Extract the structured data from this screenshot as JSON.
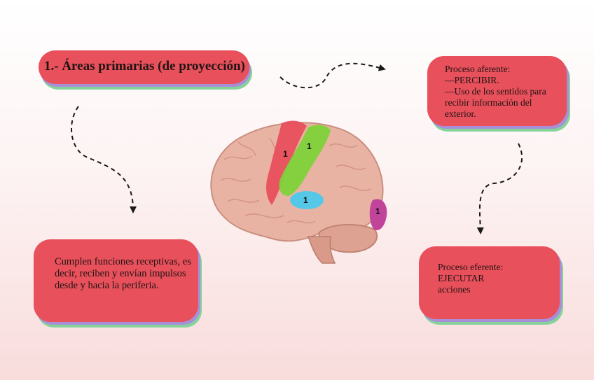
{
  "title": "1.- Áreas primarias (de proyección)",
  "left_box": "Cumplen funciones receptivas, es decir, reciben y envían impulsos desde y hacia la periferia.",
  "top_right_box": {
    "lines": [
      "Proceso aferente:",
      "—PERCIBIR.",
      "—Uso de los sentidos para",
      "recibir información del",
      "exterior."
    ]
  },
  "bottom_right_box": {
    "lines": [
      "Proceso eferente:",
      "EJECUTAR",
      "acciones"
    ]
  },
  "brain_labels": [
    "1",
    "1",
    "1",
    "1"
  ],
  "colors": {
    "card": "#e8505b",
    "card_shadow_1": "#a88fd8",
    "card_shadow_2": "#86d39a",
    "motor_area": "#e84a5a",
    "somatosensory_area": "#7fd23a",
    "auditory_area": "#55c8e8",
    "visual_area": "#c0449a",
    "brain": "#e9b3a3"
  }
}
